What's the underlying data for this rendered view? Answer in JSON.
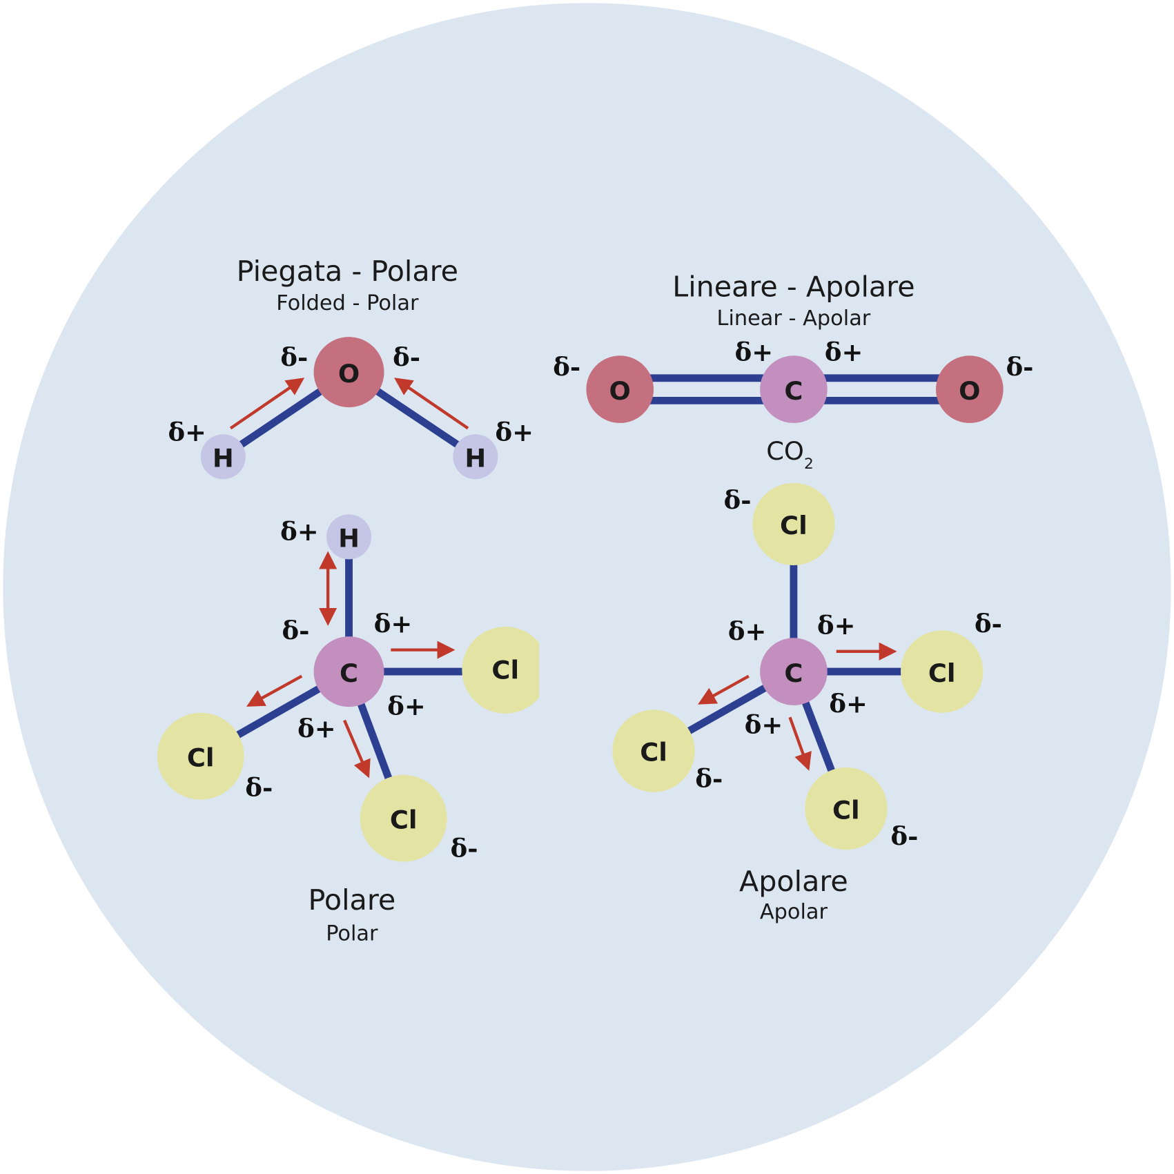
{
  "colors": {
    "background": "#dce6f1",
    "bond": "#2c3f91",
    "arrow": "#c0392b",
    "oxygen": "#c4707f",
    "hydrogen": "#c5c6e6",
    "carbon": "#c28fbf",
    "chlorine": "#e3e3a4"
  },
  "water": {
    "title": "Piegata - Polare",
    "subtitle": "Folded - Polar",
    "atoms": {
      "o": "O",
      "h1": "H",
      "h2": "H"
    },
    "charges": [
      "δ-",
      "δ-",
      "δ+",
      "δ+"
    ]
  },
  "co2": {
    "title": "Lineare - Apolare",
    "subtitle": "Linear - Apolar",
    "atoms": {
      "o1": "O",
      "c": "C",
      "o2": "O"
    },
    "charges": [
      "δ-",
      "δ+",
      "δ+",
      "δ-"
    ],
    "formula": "CO",
    "formula_sub": "2"
  },
  "chcl3": {
    "title": "Polare",
    "subtitle": "Polar",
    "atoms": {
      "c": "C",
      "h": "H",
      "cl1": "Cl",
      "cl2": "Cl",
      "cl3": "Cl"
    },
    "charges": [
      "δ+",
      "δ-",
      "δ+",
      "δ+",
      "δ+",
      "δ-",
      "δ-"
    ]
  },
  "ccl4": {
    "title": "Apolare",
    "subtitle": "Apolar",
    "atoms": {
      "c": "C",
      "cl1": "Cl",
      "cl2": "Cl",
      "cl3": "Cl",
      "cl4": "Cl"
    },
    "charges": [
      "δ-",
      "δ+",
      "δ+",
      "δ-",
      "δ+",
      "δ+",
      "δ-",
      "δ-"
    ]
  }
}
